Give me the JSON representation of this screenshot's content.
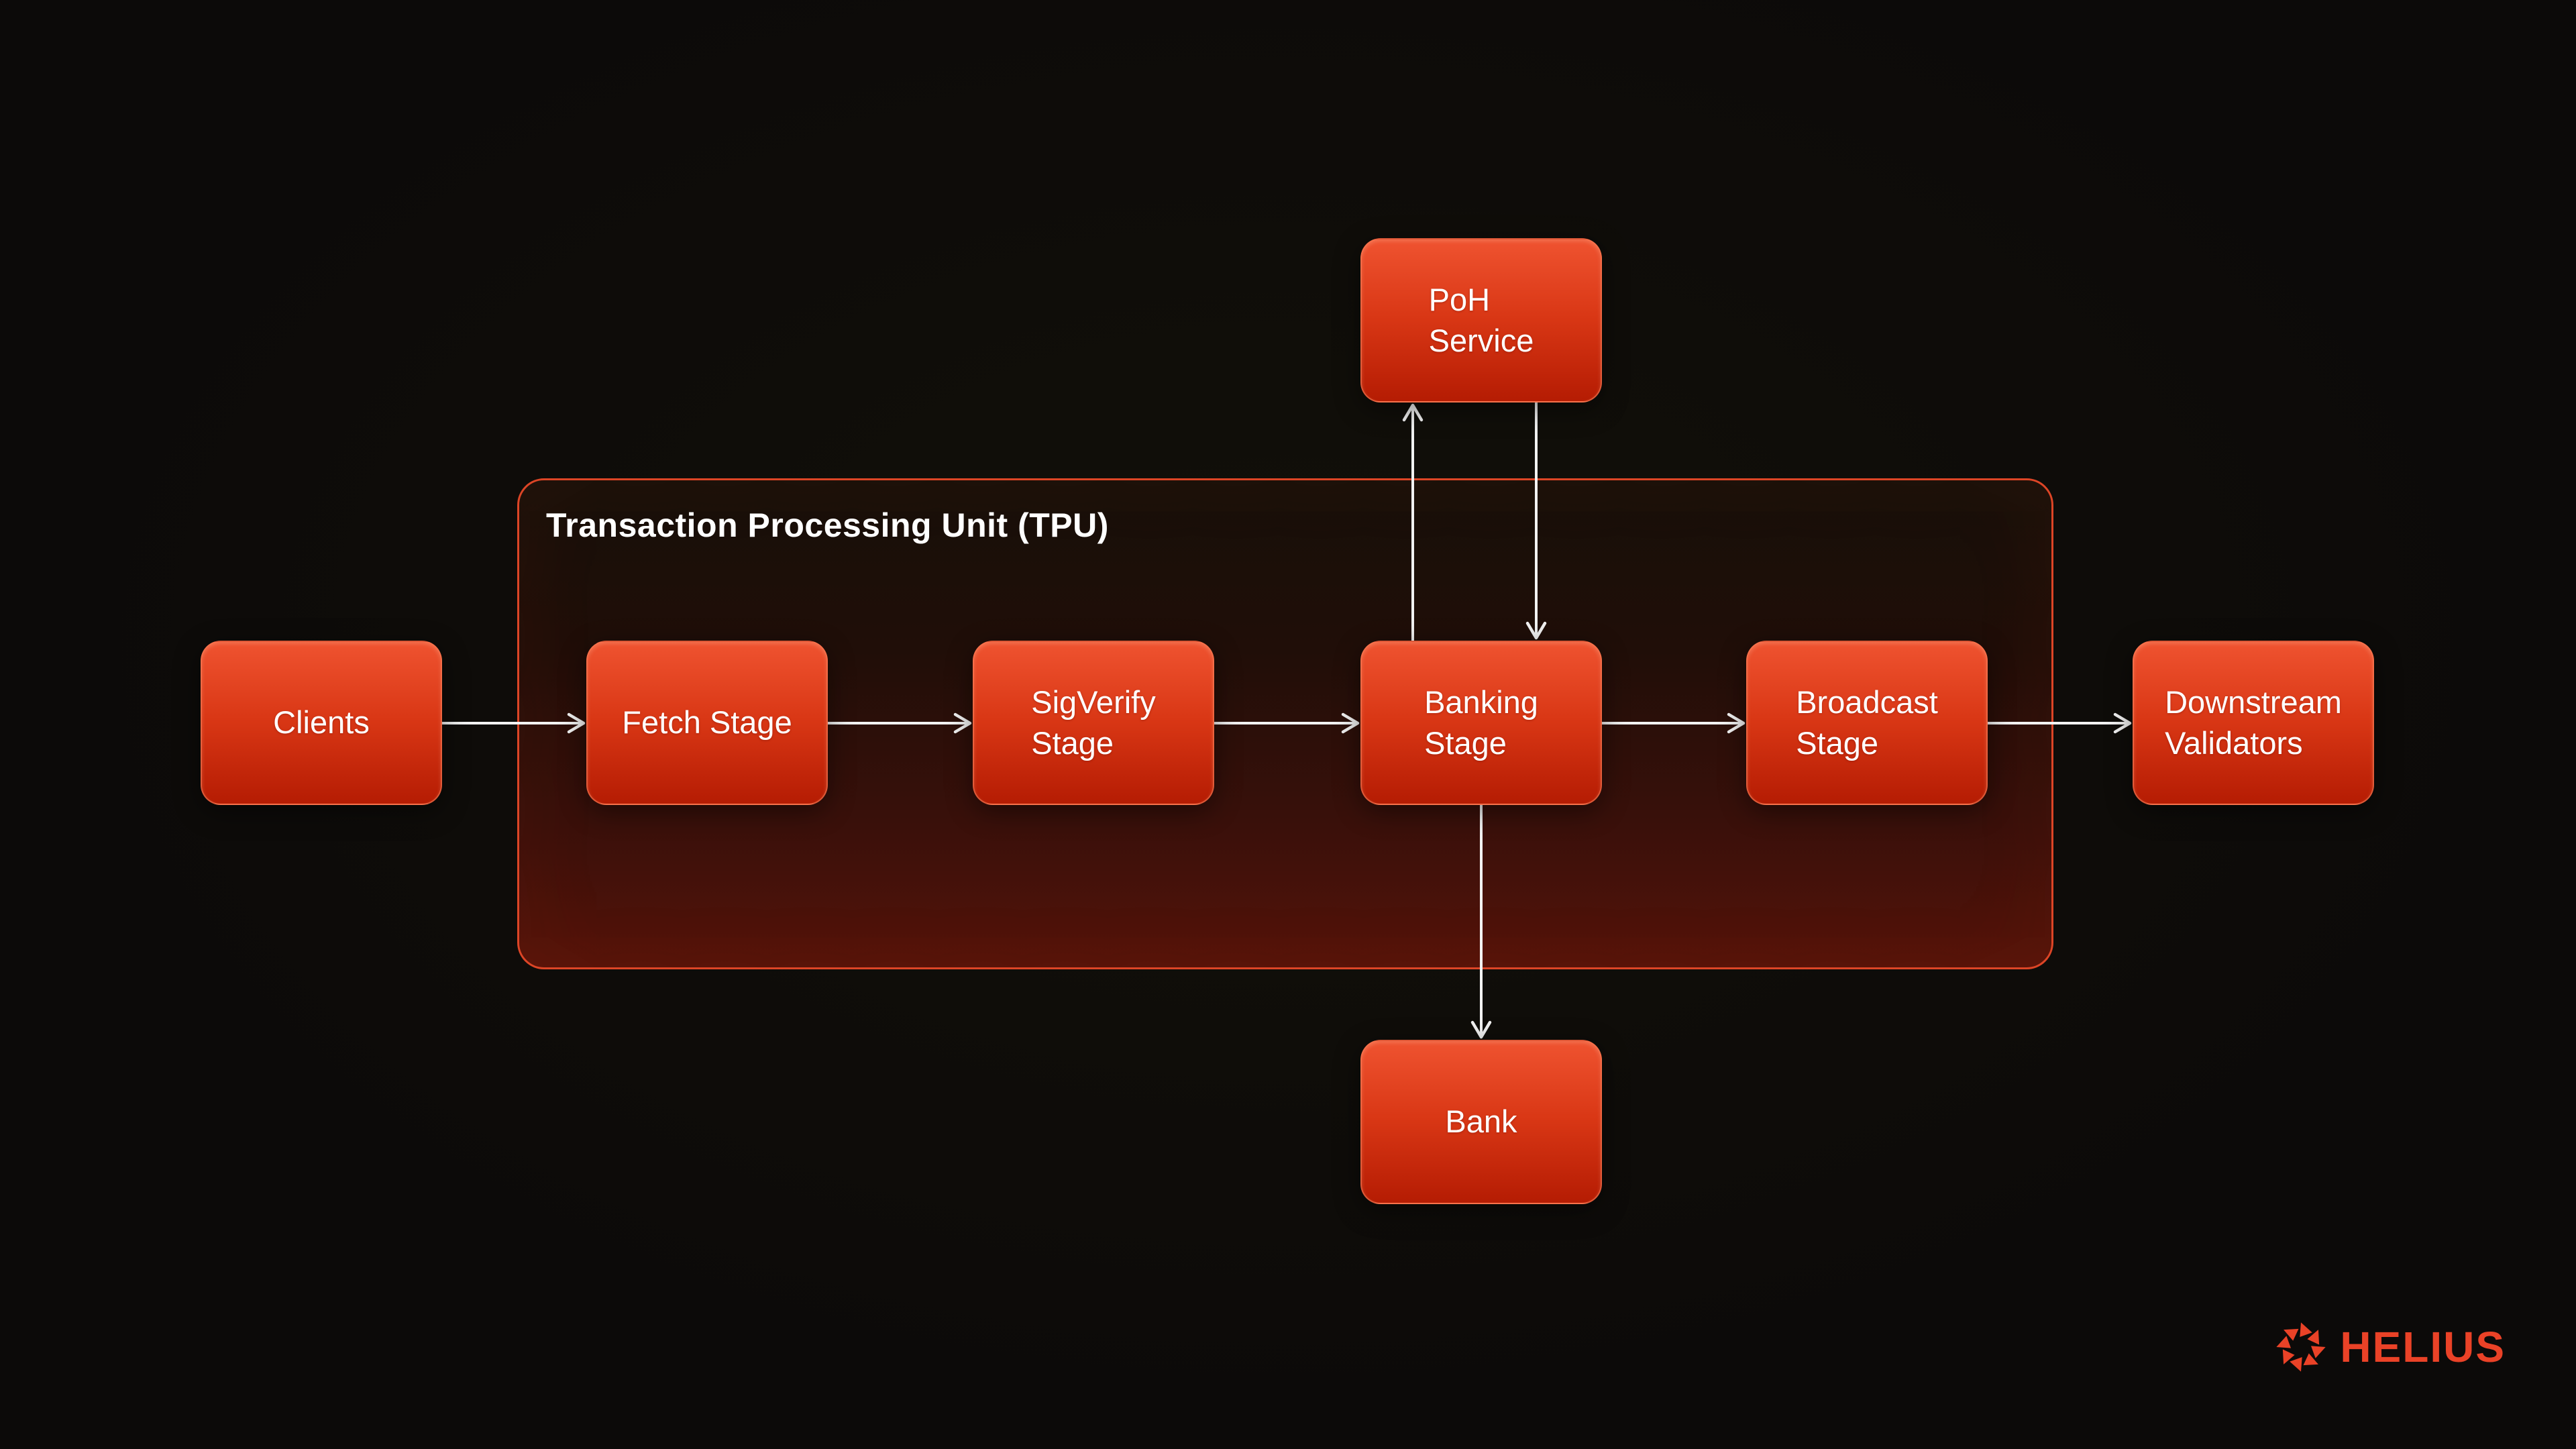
{
  "diagram": {
    "title": "Transaction Processing Unit (TPU)",
    "nodes": {
      "clients": {
        "label": "Clients"
      },
      "fetch": {
        "label": "Fetch Stage"
      },
      "sigverify": {
        "label": "SigVerify\nStage"
      },
      "banking": {
        "label": "Banking\nStage"
      },
      "broadcast": {
        "label": "Broadcast\nStage"
      },
      "downstream": {
        "label": "Downstream\nValidators"
      },
      "poh": {
        "label": "PoH\nService"
      },
      "bank": {
        "label": "Bank"
      }
    },
    "edges": [
      {
        "from": "Clients",
        "to": "Fetch Stage"
      },
      {
        "from": "Fetch Stage",
        "to": "SigVerify Stage"
      },
      {
        "from": "SigVerify Stage",
        "to": "Banking Stage"
      },
      {
        "from": "Banking Stage",
        "to": "Broadcast Stage"
      },
      {
        "from": "Broadcast Stage",
        "to": "Downstream Validators"
      },
      {
        "from": "Banking Stage",
        "to": "PoH Service"
      },
      {
        "from": "PoH Service",
        "to": "Banking Stage"
      },
      {
        "from": "Banking Stage",
        "to": "Bank"
      }
    ],
    "colors": {
      "background": "#0D0B0A",
      "node_gradient_top": "#EF5330",
      "node_gradient_bottom": "#B51C03",
      "node_border": "#FF8A63",
      "container_border": "#DC4526",
      "arrow": "#F2F2F2",
      "text": "#FFFFFF"
    }
  },
  "branding": {
    "logo_text": "HELIUS",
    "logo_color": "#EA4227"
  }
}
